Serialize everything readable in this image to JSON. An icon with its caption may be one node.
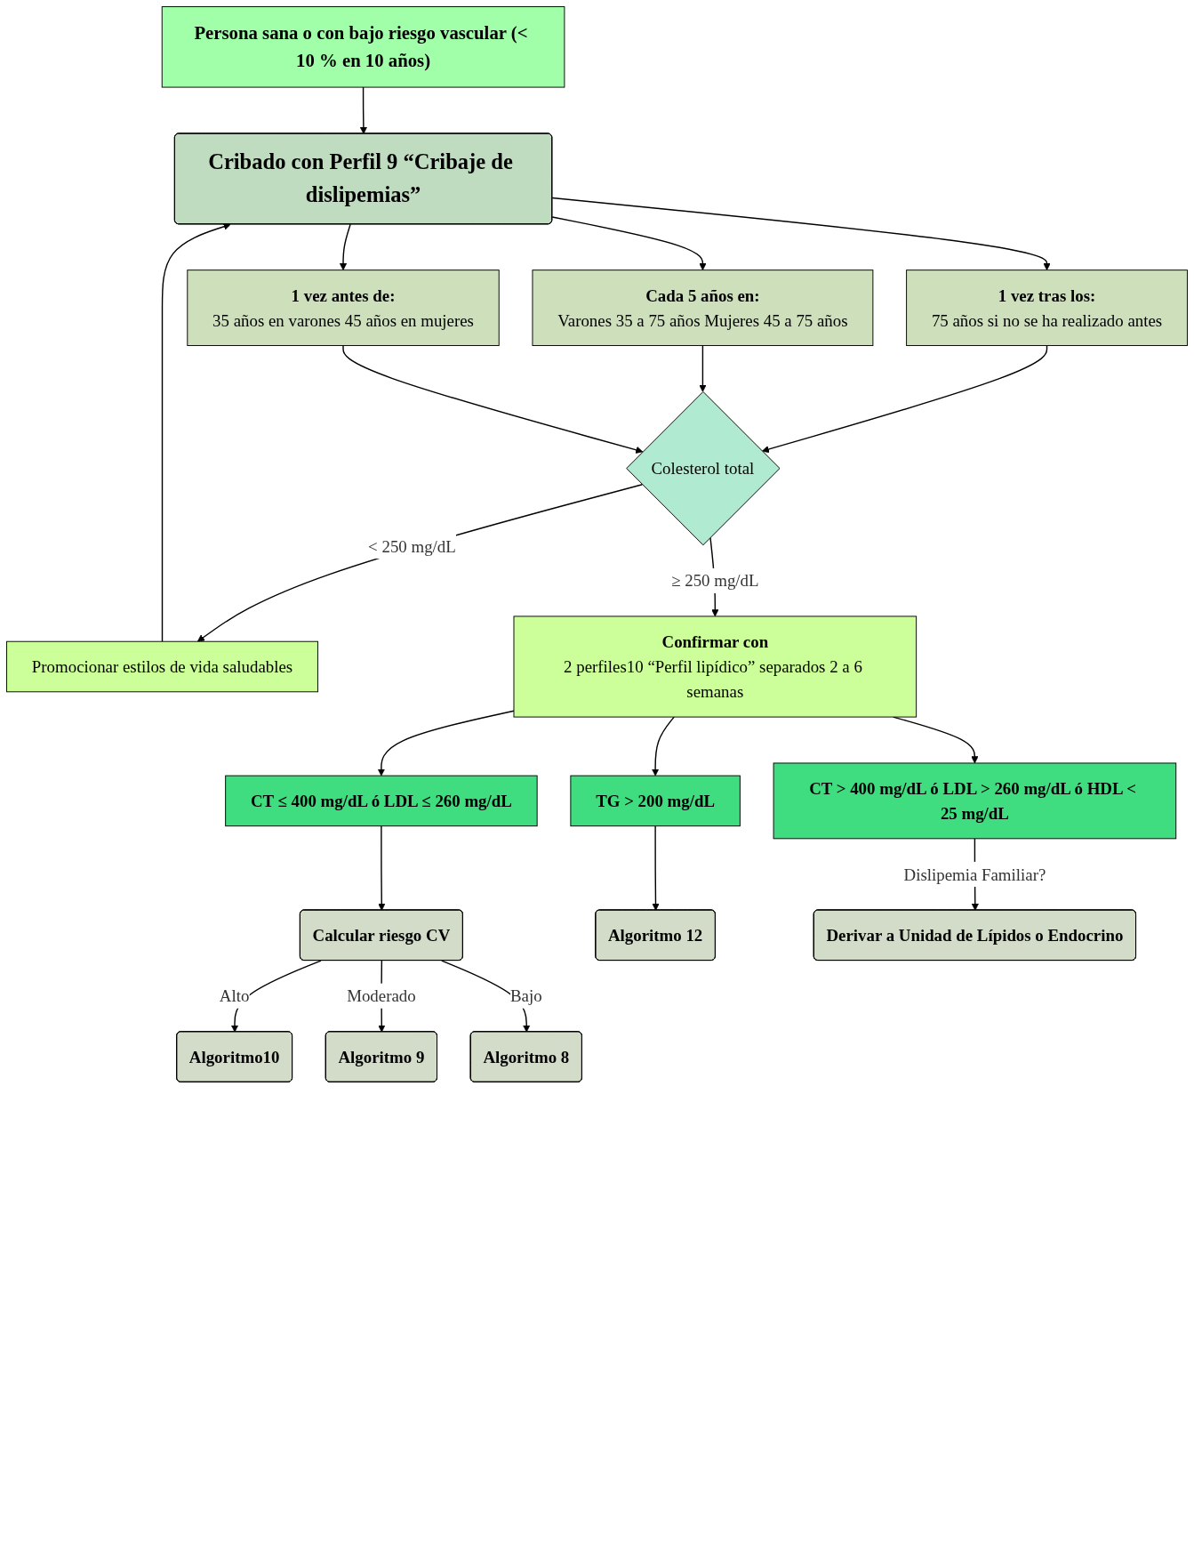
{
  "diagram": {
    "nodes": [
      {
        "text": [
          "Persona sana o con bajo riesgo vascular (< 10 % en 10 años)"
        ]
      },
      {
        "text": [
          "Cribado con Perfil 9 “Cribaje de dislipemias”"
        ]
      },
      {
        "text": [
          "1 vez tras los:",
          "75 años si no se ha realizado antes"
        ]
      },
      {
        "text": [
          "Cada 5 años en:",
          "Varones 35 a 75 años Mujeres 45 a 75 años"
        ]
      },
      {
        "text": [
          "1 vez antes de:",
          "35 años en varones 45 años en mujeres"
        ]
      },
      {
        "text": [
          "Colesterol total"
        ]
      },
      {
        "text": [
          "Promocionar estilos de vida saludables"
        ]
      },
      {
        "text": [
          "Confirmar con",
          "2 perfiles10 “Perfil lipídico” separados 2 a 6 semanas"
        ]
      },
      {
        "text": [
          "CT ≤ 400 mg/dL ó LDL ≤  260 mg/dL"
        ]
      },
      {
        "text": [
          "TG > 200 mg/dL"
        ]
      },
      {
        "text": [
          "CT > 400 mg/dL ó LDL > 260 mg/dL ó HDL < 25 mg/dL"
        ]
      },
      {
        "text": [
          "Calcular riesgo CV"
        ]
      },
      {
        "text": [
          "Algoritmo 12"
        ]
      },
      {
        "text": [
          "Algoritmo10"
        ]
      },
      {
        "text": [
          "Algoritmo 9"
        ]
      },
      {
        "text": [
          "Algoritmo 8"
        ]
      },
      {
        "text": [
          "Derivar a Unidad de Lípidos o Endocrino"
        ]
      }
    ],
    "edges": [
      {
        "from": 0,
        "to": 1,
        "arrow": "to"
      },
      {
        "from": 1,
        "to": 2,
        "arrow": "to"
      },
      {
        "from": 1,
        "to": 3,
        "arrow": "to"
      },
      {
        "from": 1,
        "to": 4,
        "arrow": "to"
      },
      {
        "from": 2,
        "to": 5,
        "arrow": "to"
      },
      {
        "from": 3,
        "to": 5,
        "arrow": "to"
      },
      {
        "from": 4,
        "to": 5,
        "arrow": "to"
      },
      {
        "from": 5,
        "to": 6,
        "arrow": "to",
        "label": "< 250 mg/dL"
      },
      {
        "from": 5,
        "to": 7,
        "arrow": "to",
        "label": "≥ 250 mg/dL"
      },
      {
        "from": 6,
        "to": 1,
        "arrow": "to"
      },
      {
        "from": 7,
        "to": 8,
        "arrow": "to"
      },
      {
        "from": 7,
        "to": 9,
        "arrow": "to"
      },
      {
        "from": 7,
        "to": 10,
        "arrow": "to"
      },
      {
        "from": 8,
        "to": 11,
        "arrow": "to"
      },
      {
        "from": 9,
        "to": 12,
        "arrow": "to"
      },
      {
        "from": 11,
        "to": 13,
        "arrow": "to",
        "label": "Alto"
      },
      {
        "from": 11,
        "to": 14,
        "arrow": "to",
        "label": "Moderado"
      },
      {
        "from": 11,
        "to": 15,
        "arrow": "to",
        "label": "Bajo"
      },
      {
        "from": 10,
        "to": 16,
        "arrow": "to",
        "label": "Dislipemia Familiar?"
      }
    ]
  }
}
